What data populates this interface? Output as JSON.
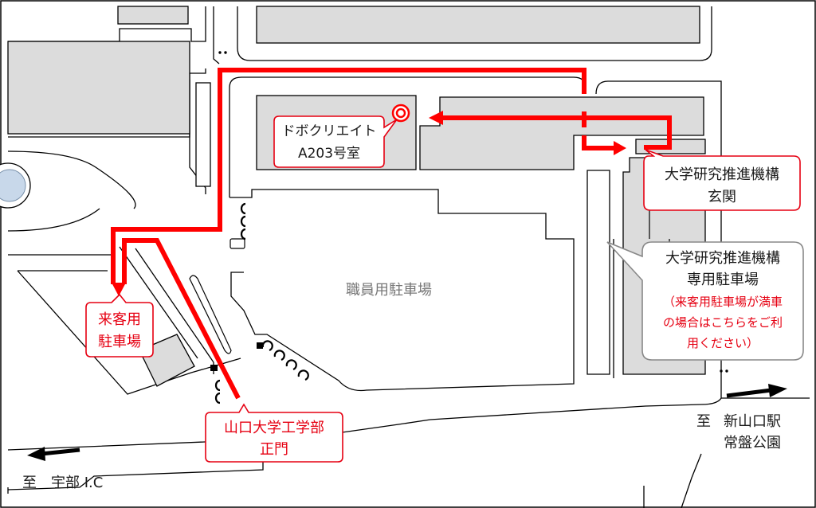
{
  "labels": {
    "destination": [
      "ドボクリエイト",
      "A203号室"
    ],
    "entrance": [
      "大学研究推進機構",
      "玄関"
    ],
    "dedicated_parking": [
      "大学研究推進機構",
      "専用駐車場"
    ],
    "dedicated_note": [
      "（来客用駐車場が満車",
      "の場合はこちらをご利",
      "用ください）"
    ],
    "staff_parking": "職員用駐車場",
    "visitor_parking": [
      "来客用",
      "駐車場"
    ],
    "main_gate": [
      "山口大学工学部",
      "正門"
    ],
    "to_station_prefix": "至",
    "to_station": [
      "新山口駅",
      "常盤公園"
    ],
    "to_ube": "至　宇部 I.C"
  },
  "colors": {
    "route": "#ff0000",
    "callout_border": "#e60012",
    "building_fill": "#dcdcdc",
    "line": "#000000",
    "gray_callout_border": "#888888"
  }
}
